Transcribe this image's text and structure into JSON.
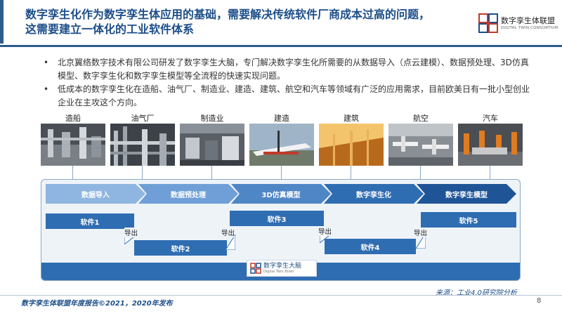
{
  "header": {
    "title_line1": "数字孪生化作为数字孪生体应用的基础，需要解决传统软件厂商成本过高的问题，",
    "title_line2": "这需要建立一体化的工业软件体系",
    "logo_cn": "数字孪生体联盟",
    "logo_en": "DIGITAL TWIN CONSORTIUM"
  },
  "bullets": [
    "北京翼络数字技术有限公司研发了数字孪生大脑，专门解决数字孪生化所需要的从数据导入（点云建模）、数据预处理、3D仿真模型、数字孪生化和数字孪生模型等全流程的快速实现问题。",
    "低成本的数字孪生化在造船、油气厂、制造业、建造、建筑、航空和汽车等领域有广泛的应用需求，目前欧美日有一批小型创业企业在主攻这个方向。"
  ],
  "industries": [
    {
      "label": "造船"
    },
    {
      "label": "油气厂"
    },
    {
      "label": "制造业"
    },
    {
      "label": "建造"
    },
    {
      "label": "建筑"
    },
    {
      "label": "航空"
    },
    {
      "label": "汽车"
    }
  ],
  "stages": [
    {
      "label": "数据导入",
      "color": "#8fb6e0"
    },
    {
      "label": "数据预处理",
      "color": "#6f9fd6"
    },
    {
      "label": "3D仿真模型",
      "color": "#4f86c6"
    },
    {
      "label": "数字孪生化",
      "color": "#2f6db2"
    },
    {
      "label": "数字孪生模型",
      "color": "#1f5596"
    }
  ],
  "software": [
    {
      "label": "软件1"
    },
    {
      "label": "软件2"
    },
    {
      "label": "软件3"
    },
    {
      "label": "软件4"
    },
    {
      "label": "软件5"
    }
  ],
  "export_label": "导出",
  "brain": {
    "cn": "数字孪生大脑",
    "en": "Digital Twin Brain"
  },
  "source": "来源：工业4.0研究院分析",
  "footer": "数字孪生体联盟年度报告©2021，2020年发布",
  "page_number": "8",
  "colors": {
    "title": "#1d4e89",
    "accent": "#2f6db2",
    "panel_bg": "#eef3f8"
  }
}
